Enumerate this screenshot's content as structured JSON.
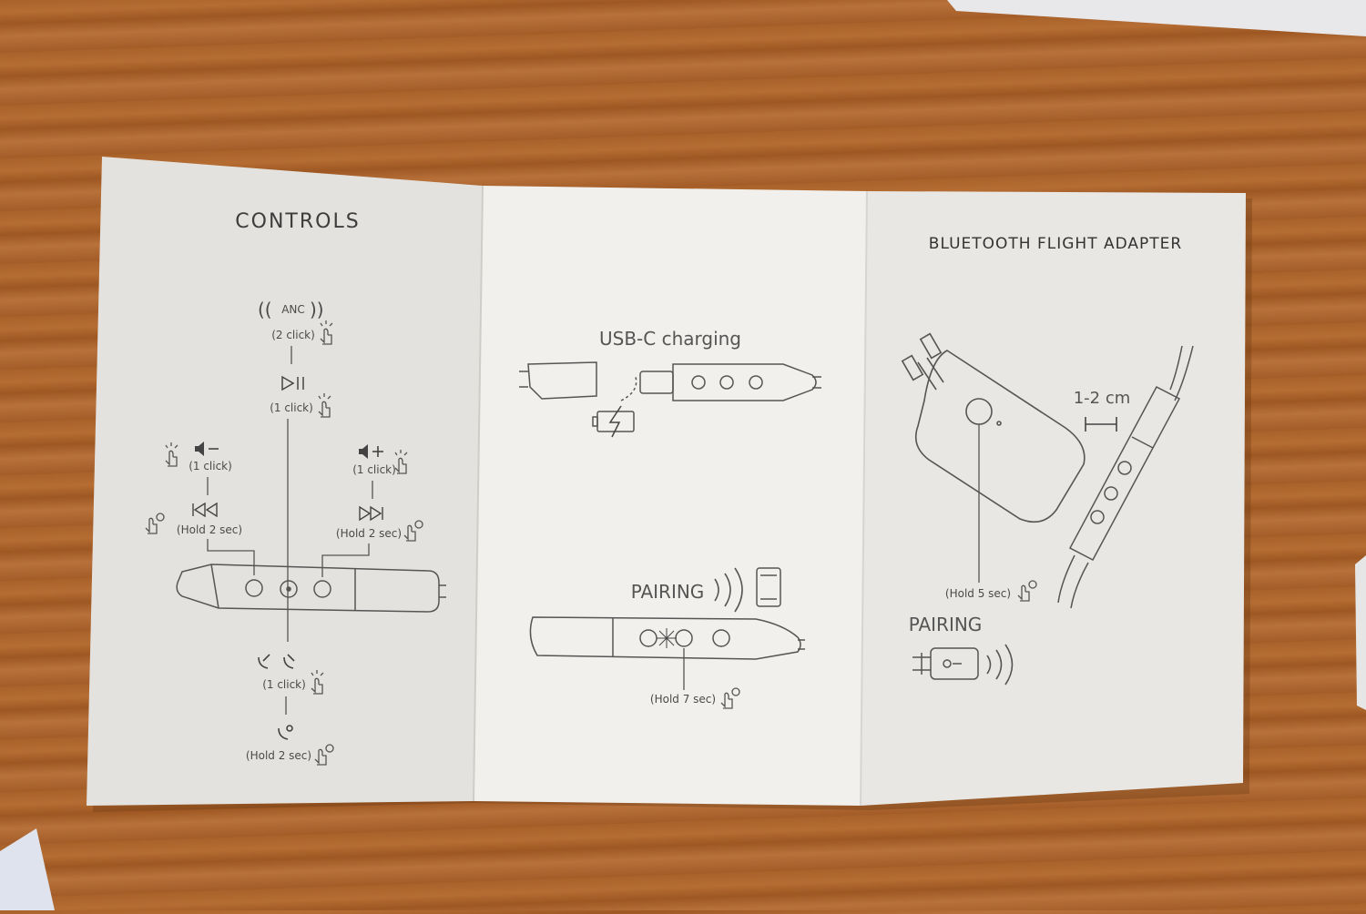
{
  "left_panel": {
    "title": "CONTROLS",
    "anc": {
      "label": "ANC",
      "action": "(2 click)"
    },
    "play_pause": {
      "action": "(1 click)"
    },
    "volume_down": {
      "action": "(1 click)"
    },
    "volume_up": {
      "action": "(1 click)"
    },
    "previous": {
      "action": "(Hold 2 sec)"
    },
    "next": {
      "action": "(Hold 2 sec)"
    },
    "call_answer": {
      "action": "(1 click)"
    },
    "call_reject": {
      "action": "(Hold 2 sec)"
    }
  },
  "middle_panel": {
    "usb_label": "USB-C charging",
    "pairing_label": "PAIRING",
    "pairing_hold": "(Hold 7 sec)"
  },
  "right_panel": {
    "title": "BLUETOOTH FLIGHT ADAPTER",
    "distance": "1-2 cm",
    "hold": "(Hold 5 sec)",
    "pairing_label": "PAIRING"
  },
  "colors": {
    "wood": "#a9622a",
    "paper_left": "#e5e3df",
    "paper_middle": "#f1f0ec",
    "paper_right": "#e9e8e4",
    "ink": "#4a4a4a"
  }
}
